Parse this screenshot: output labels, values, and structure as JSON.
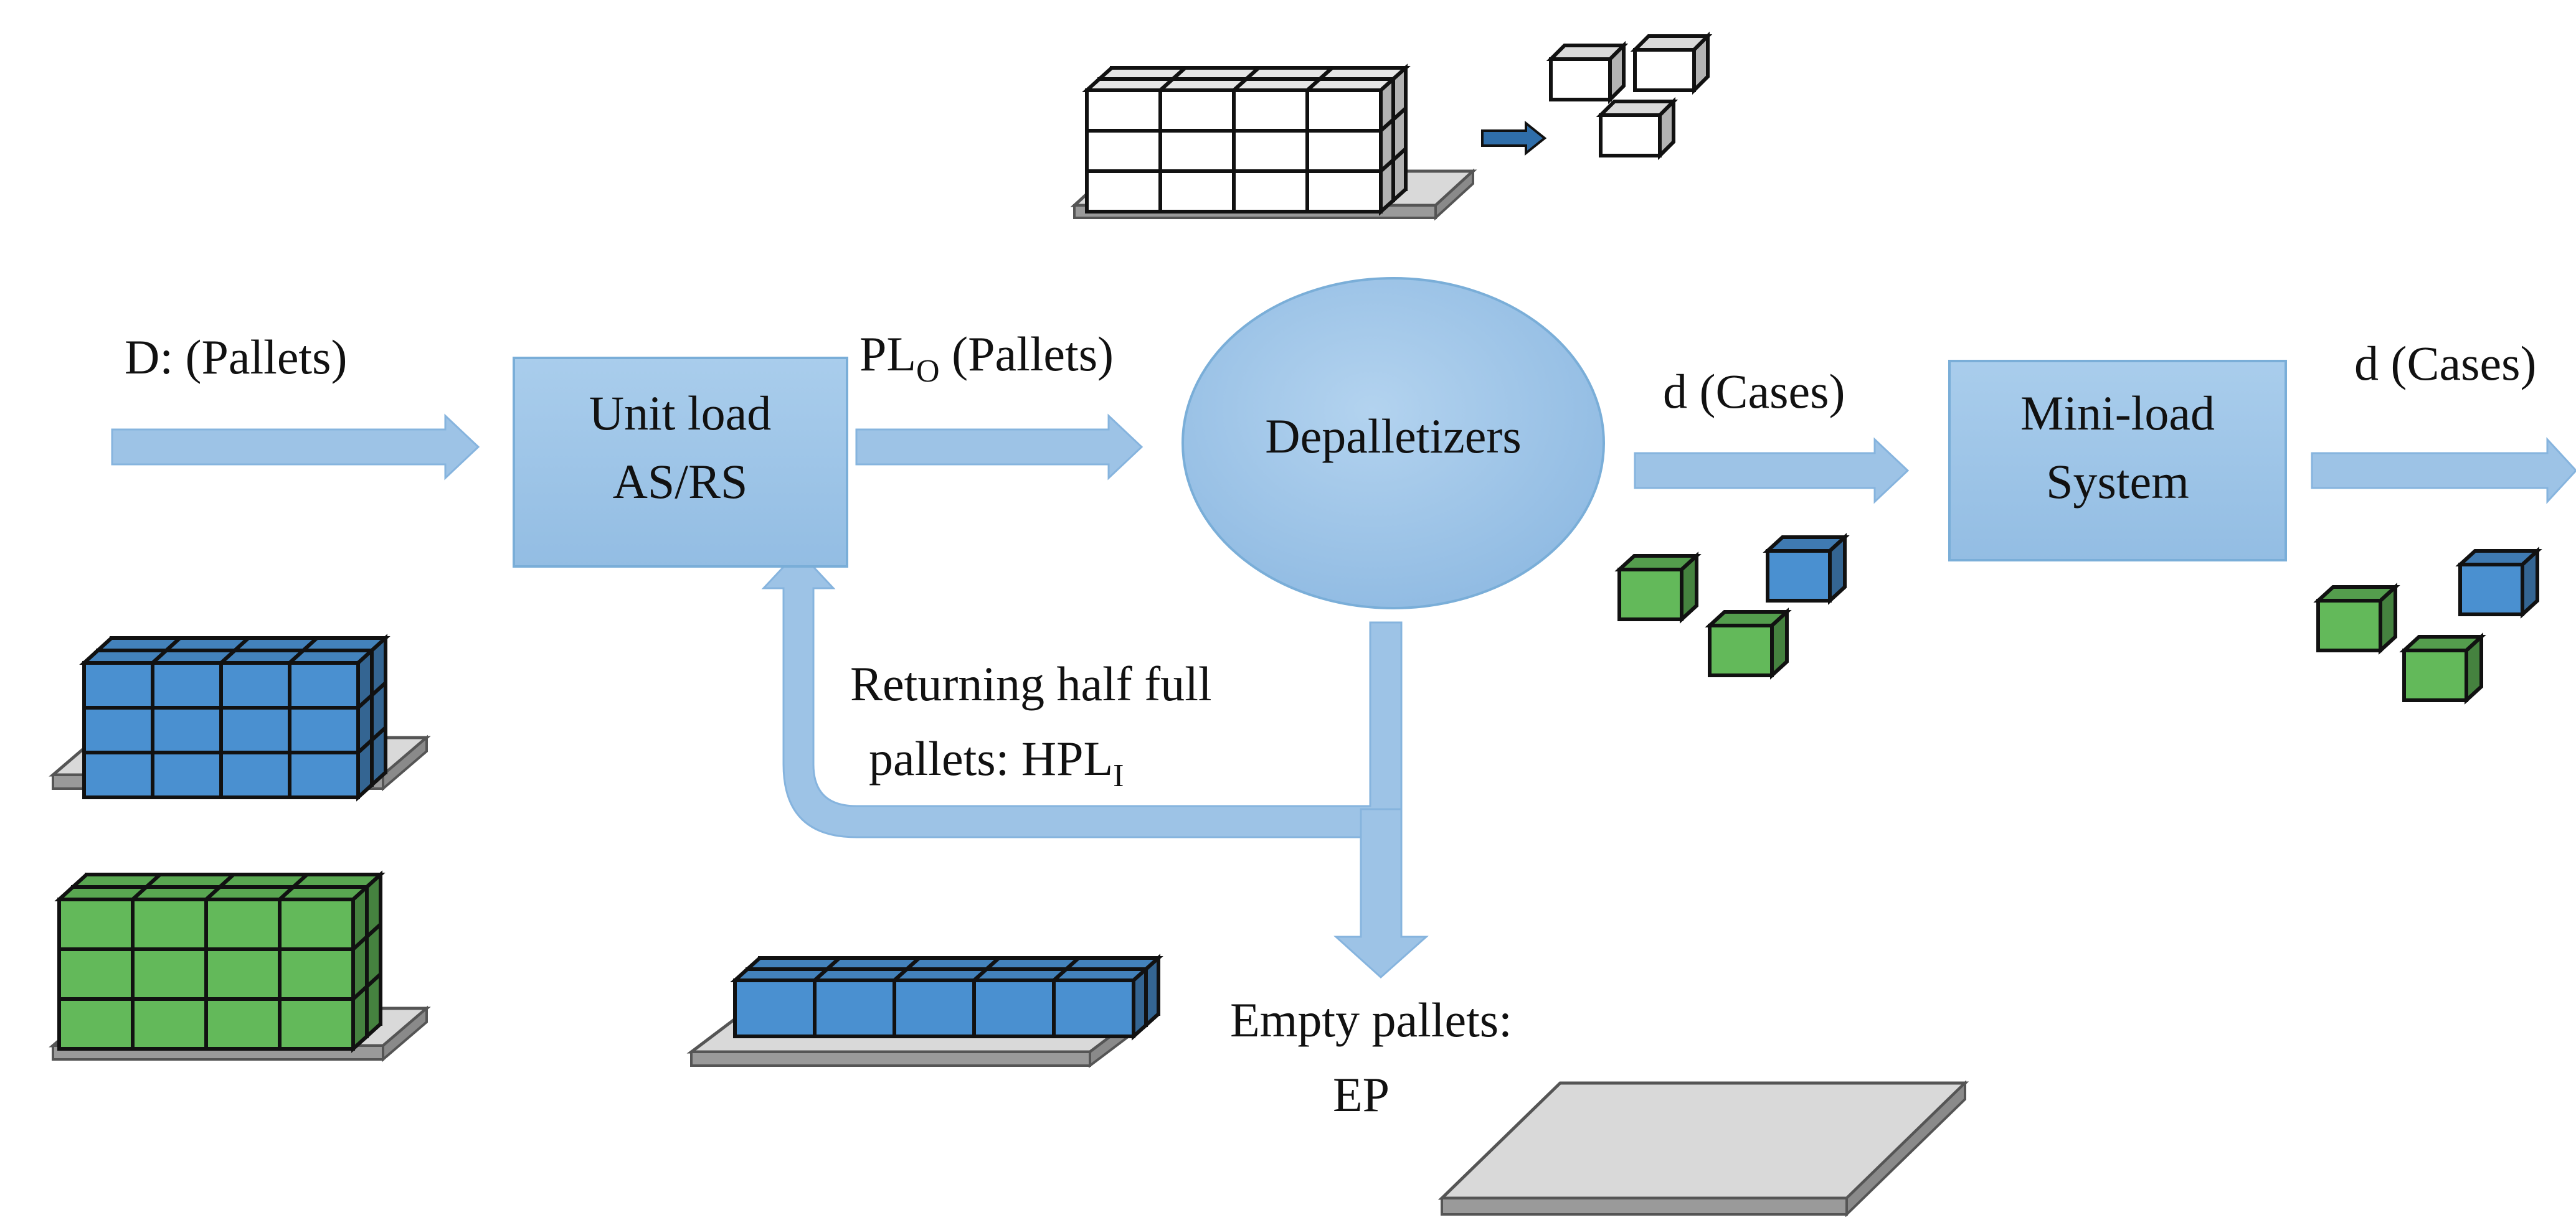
{
  "colors": {
    "flow_fill": "#9dc3e6",
    "flow_edge": "#7fb0da",
    "process_fill": "#9dc3e6",
    "process_edge": "#7aaed8",
    "case_blue": "#4a90d0",
    "case_green": "#63b95a",
    "case_white": "#ffffff",
    "pallet_gray": "#d9d9d9"
  },
  "labels": {
    "input": "D: (Pallets)",
    "pl_main": "PL",
    "pl_sub": "O",
    "pl_rest": " (Pallets)",
    "cases_mid": "d (Cases)",
    "cases_out": "d (Cases)",
    "return_line1": "Returning half full",
    "return_line2_main": "pallets: HPL",
    "return_line2_sub": "I",
    "empty_line1": "Empty pallets:",
    "empty_line2": "EP"
  },
  "nodes": {
    "asrs_line1": "Unit load",
    "asrs_line2": "AS/RS",
    "depal": "Depalletizers",
    "miniload_line1": "Mini-load",
    "miniload_line2": "System"
  },
  "illustrations": {
    "blue_full_pallet": "stacked-blue-cases-icon",
    "green_full_pallet": "stacked-green-cases-icon",
    "white_pallet_depalletizing": "depalletizing-cases-icon",
    "half_full_pallet": "half-full-blue-pallet-icon",
    "empty_pallet": "empty-pallet-icon",
    "mixed_cases": "loose-cases-icon"
  }
}
